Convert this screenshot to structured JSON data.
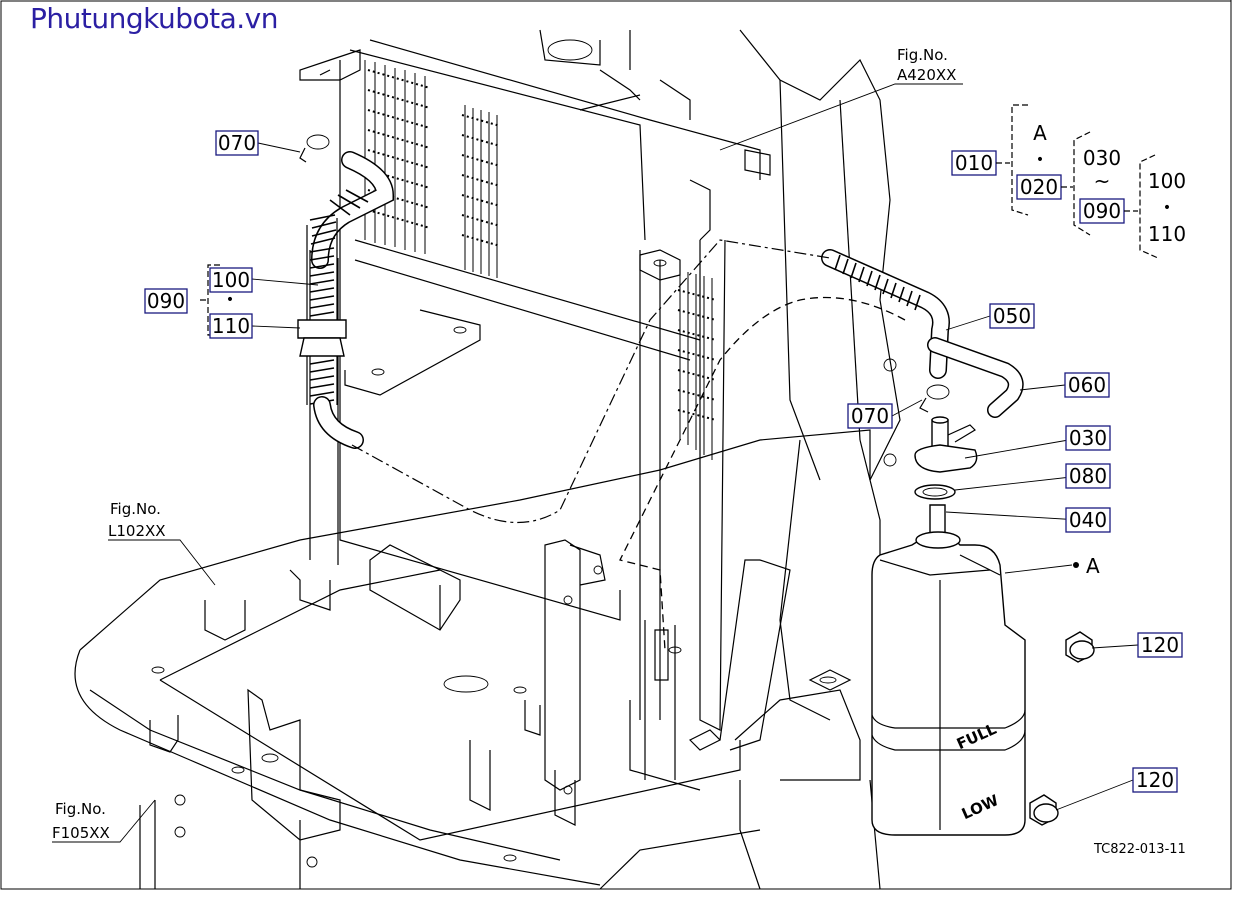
{
  "watermark": "Phutungkubota.vn",
  "drawing_code": "TC822-013-11",
  "figure_refs": [
    {
      "line1": "Fig.No.",
      "line2": "A420XX"
    },
    {
      "line1": "Fig.No.",
      "line2": "L102XX"
    },
    {
      "line1": "Fig.No.",
      "line2": "F105XX"
    }
  ],
  "part_labels": {
    "p070_top": "070",
    "p090_left": "090",
    "p100_left": "100",
    "p110_left": "110",
    "p050": "050",
    "p060": "060",
    "p070_right": "070",
    "p030": "030",
    "p080": "080",
    "p040": "040",
    "p120_top": "120",
    "p120_bottom": "120",
    "ref_a": "A"
  },
  "assembly_tree": {
    "root": "010",
    "group_a": "A",
    "dot": "•",
    "sub": "020",
    "range_start": "030",
    "tilde": "~",
    "range_end": "090",
    "leaf1": "100",
    "leaf2": "110"
  },
  "tank_marks": {
    "full": "FULL",
    "low": "LOW"
  },
  "colors": {
    "label_border": "#1a1a80",
    "watermark": "#2b1fa3"
  }
}
